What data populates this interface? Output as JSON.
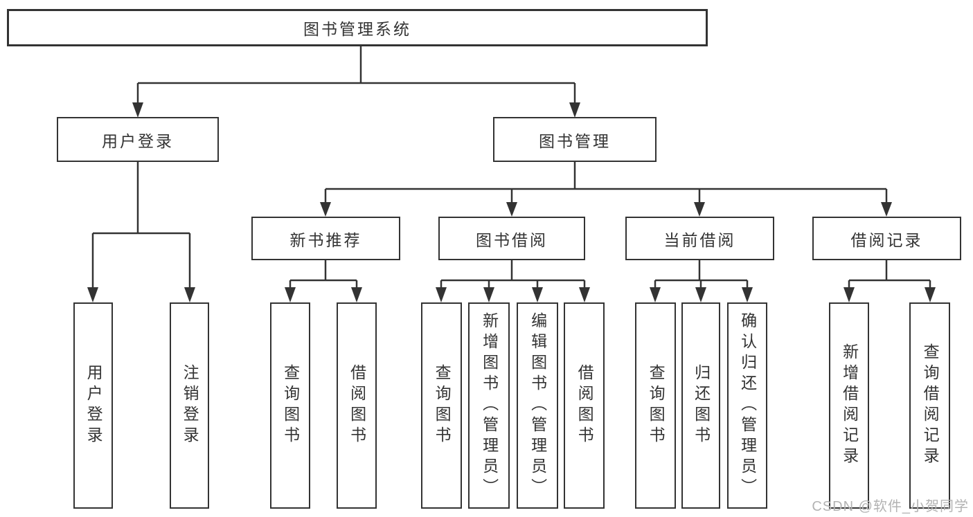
{
  "tree": {
    "label": "图书管理系统",
    "children": [
      {
        "label": "用户登录",
        "children": [
          {
            "label": "用户登录"
          },
          {
            "label": "注销登录"
          }
        ]
      },
      {
        "label": "图书管理",
        "children": [
          {
            "label": "新书推荐",
            "children": [
              {
                "label": "查询图书"
              },
              {
                "label": "借阅图书"
              }
            ]
          },
          {
            "label": "图书借阅",
            "children": [
              {
                "label": "查询图书"
              },
              {
                "label": "新增图书（管理员）"
              },
              {
                "label": "编辑图书（管理员）"
              },
              {
                "label": "借阅图书"
              }
            ]
          },
          {
            "label": "当前借阅",
            "children": [
              {
                "label": "查询图书"
              },
              {
                "label": "归还图书"
              },
              {
                "label": "确认归还（管理员）"
              }
            ]
          },
          {
            "label": "借阅记录",
            "children": [
              {
                "label": "新增借阅记录"
              },
              {
                "label": "查询借阅记录"
              }
            ]
          }
        ]
      }
    ]
  },
  "watermark": "CSDN @软件_小贺同学",
  "colors": {
    "line": "#333333",
    "text": "#333333",
    "watermark": "#b3b3b3",
    "background": "#ffffff"
  }
}
